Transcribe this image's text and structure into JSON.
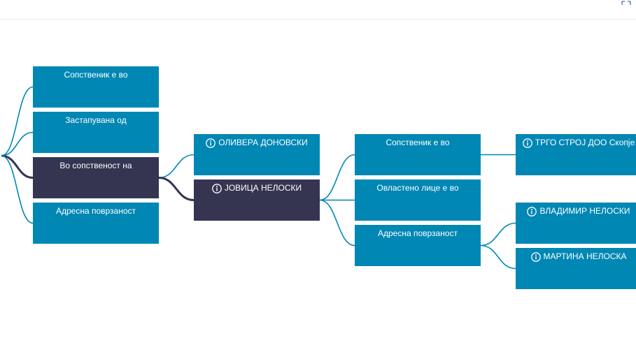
{
  "colors": {
    "node": "#0087b4",
    "node_selected": "#353552",
    "link": "#0087b4",
    "link_selected": "#353552"
  },
  "icons": {
    "entity": "info-circle-icon",
    "fullscreen": "fullscreen-icon"
  },
  "graph": {
    "root": {
      "selected_child": 2,
      "children": [
        {
          "label": "Сопственик е во"
        },
        {
          "label": "Застапувана од"
        },
        {
          "label": "Во сопственост на",
          "selected_child": 1,
          "children": [
            {
              "label": "ОЛИВЕРА ДОНОВСКИ",
              "entity": true
            },
            {
              "label": "ЈОВИЦА НЕЛОСКИ",
              "entity": true,
              "children": [
                {
                  "label": "Сопственик е во",
                  "children": [
                    {
                      "label": "ТРГО СТРОЈ ДОО Скопје",
                      "entity": true
                    }
                  ]
                },
                {
                  "label": "Овластено лице е во"
                },
                {
                  "label": "Адресна поврзаност",
                  "children": [
                    {
                      "label": "ВЛАДИМИР НЕЛОСКИ",
                      "entity": true
                    },
                    {
                      "label": "МАРТИНА НЕЛОСКА",
                      "entity": true
                    }
                  ]
                }
              ]
            }
          ]
        },
        {
          "label": "Адресна поврзаност"
        }
      ]
    }
  }
}
